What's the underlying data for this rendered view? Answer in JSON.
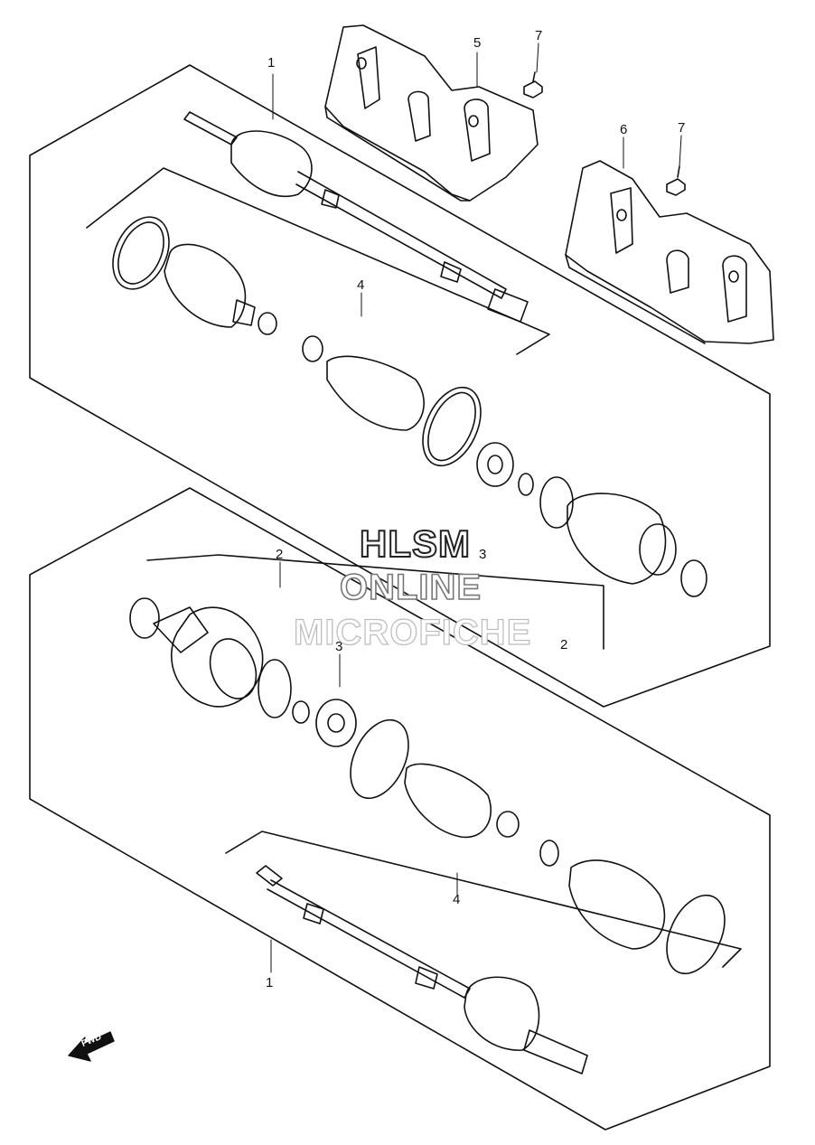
{
  "watermark": {
    "line1": "HLSM",
    "line2": "ONLINE",
    "line3": "MICROFICHE"
  },
  "direction": {
    "label": "FWD",
    "icon": "fwd-arrow-icon"
  },
  "callouts": {
    "upper_shaft": "1",
    "upper_joint_inner": "2",
    "upper_joint_outer": "3",
    "upper_boot_set": "4",
    "plate_left": "5",
    "plate_right": "6",
    "bolt_left": "7",
    "bolt_right": "7",
    "lower_joint_inner": "2",
    "lower_joint_outer": "3",
    "lower_boot_set": "4",
    "lower_shaft": "1"
  }
}
